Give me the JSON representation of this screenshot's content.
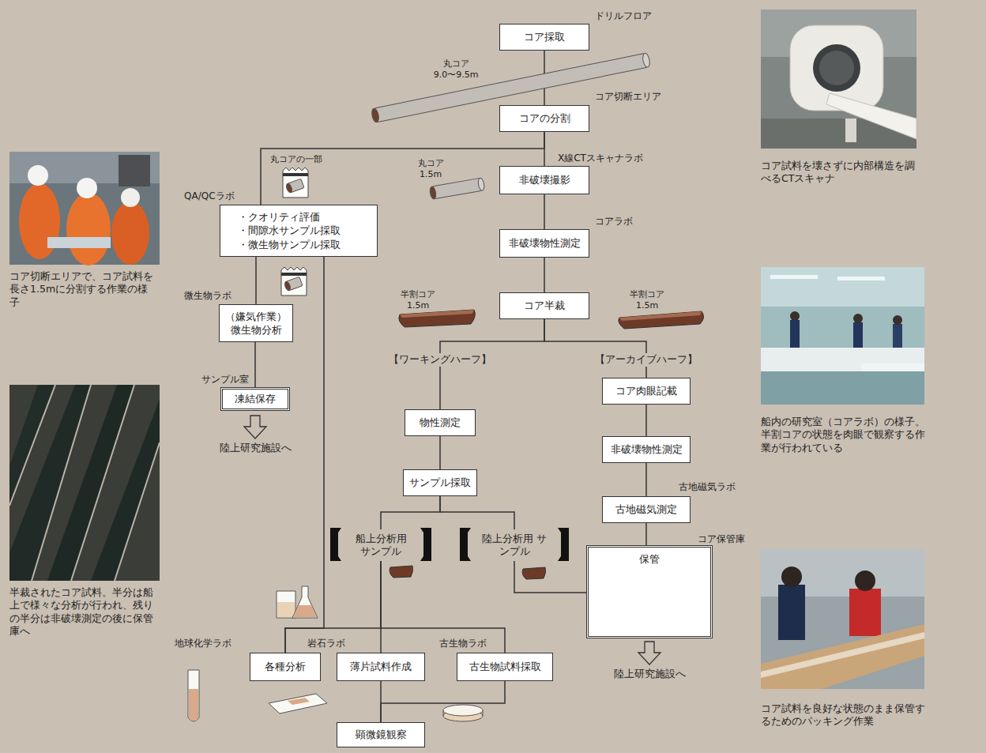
{
  "diagram": {
    "nodes": [
      {
        "text": [
          "ドリルフロア",
          "コア採取"
        ]
      },
      {
        "text": [
          "コア切断エリア",
          "コアの分割"
        ]
      },
      {
        "text": [
          "X線CTスキャナラボ",
          "非破壊撮影"
        ]
      },
      {
        "text": [
          "QA/QCラボ",
          "・クオリティ評価",
          "・間隙水サンプル採取",
          "・微生物サンプル採取"
        ]
      },
      {
        "text": [
          "コアラボ",
          "非破壊物性測定"
        ]
      },
      {
        "text": [
          "微生物ラボ",
          "（嫌気作業）",
          "微生物分析"
        ]
      },
      {
        "text": [
          "コア半裁"
        ]
      },
      {
        "text": [
          "サンプル室",
          "凍結保存"
        ]
      },
      {
        "text": [
          "コア肉眼記載"
        ]
      },
      {
        "text": [
          "物性測定"
        ]
      },
      {
        "text": [
          "非破壊物性測定"
        ]
      },
      {
        "text": [
          "サンプル採取"
        ]
      },
      {
        "text": [
          "古地磁気ラボ",
          "古地磁気測定"
        ]
      },
      {
        "text": [
          "船上分析用 サンプル"
        ]
      },
      {
        "text": [
          "陸上分析用 サンプル"
        ]
      },
      {
        "text": [
          "コア保管庫",
          "保管"
        ]
      },
      {
        "text": [
          "地球化学ラボ",
          "各種分析"
        ]
      },
      {
        "text": [
          "岩石ラボ",
          "薄片試料作成"
        ]
      },
      {
        "text": [
          "古生物ラボ",
          "古生物試料採取"
        ]
      },
      {
        "text": [
          "顕微鏡観察"
        ]
      }
    ],
    "edges": [
      {
        "from": 0,
        "to": 1,
        "arrow": "none"
      },
      {
        "from": 1,
        "to": 2,
        "arrow": "none"
      },
      {
        "from": 1,
        "to": 3,
        "arrow": "none"
      },
      {
        "from": 2,
        "to": 4,
        "arrow": "none"
      },
      {
        "from": 4,
        "to": 6,
        "arrow": "none"
      },
      {
        "from": 3,
        "to": 5,
        "arrow": "none"
      },
      {
        "from": 5,
        "to": 7,
        "arrow": "none"
      },
      {
        "from": 3,
        "to": 16,
        "arrow": "none"
      },
      {
        "from": 6,
        "to": 9,
        "arrow": "none"
      },
      {
        "from": 6,
        "to": 8,
        "arrow": "none"
      },
      {
        "from": 9,
        "to": 11,
        "arrow": "none"
      },
      {
        "from": 11,
        "to": 13,
        "arrow": "none"
      },
      {
        "from": 11,
        "to": 14,
        "arrow": "none"
      },
      {
        "from": 8,
        "to": 10,
        "arrow": "none"
      },
      {
        "from": 10,
        "to": 12,
        "arrow": "none"
      },
      {
        "from": 12,
        "to": 15,
        "arrow": "none"
      },
      {
        "from": 14,
        "to": 15,
        "arrow": "none"
      },
      {
        "from": 13,
        "to": 16,
        "arrow": "none"
      },
      {
        "from": 13,
        "to": 17,
        "arrow": "none"
      },
      {
        "from": 13,
        "to": 18,
        "arrow": "none"
      },
      {
        "from": 17,
        "to": 19,
        "arrow": "none"
      },
      {
        "from": 18,
        "to": 19,
        "arrow": "none"
      }
    ],
    "labels": [
      "丸コア 9.0〜9.5m",
      "丸コアの一部",
      "丸コア 1.5m",
      "半割コア 1.5m",
      "半割コア 1.5m",
      "【ワーキングハーフ】",
      "【アーカイブハーフ】",
      "陸上研究施設へ",
      "陸上研究施設へ",
      "コア試料を壊さずに内部構造を調べるCTスキャナ",
      "コア切断エリアで、コア試料を長さ1.5mに分割する作業の様子",
      "船内の研究室（コアラボ）の様子。半割コアの状態を肉眼で観察する作業が行われている",
      "半裁されたコア試料。半分は船上で様々な分析が行われ、残りの半分は非破壊測定の後に保管庫へ",
      "コア試料を良好な状態のまま保管するためのパッキング作業"
    ]
  }
}
